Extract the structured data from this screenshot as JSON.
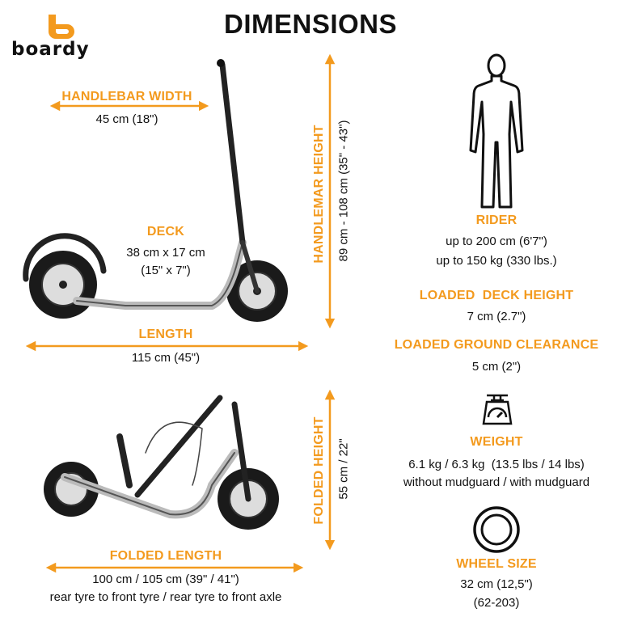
{
  "logo": {
    "text": "boardy"
  },
  "title": "DIMENSIONS",
  "colors": {
    "accent": "#f39a1e",
    "text": "#111111"
  },
  "handlebar_width": {
    "label": "HANDLEBAR WIDTH",
    "value": "45 cm (18\")"
  },
  "deck": {
    "label": "DECK",
    "value_metric": "38 cm x 17 cm",
    "value_imperial": "(15\" x 7\")"
  },
  "length": {
    "label": "LENGTH",
    "value": "115 cm (45\")"
  },
  "handlebar_height": {
    "label": "HANDLEMAR HEIGHT",
    "value": "89 cm - 108 cm (35\" - 43\")"
  },
  "rider": {
    "label": "RIDER",
    "height": "up to 200 cm (6'7\")",
    "weight": "up to 150 kg (330 lbs.)"
  },
  "deck_height": {
    "label": "LOADED  DECK HEIGHT",
    "value": "7 cm (2.7\")"
  },
  "ground_clearance": {
    "label": "LOADED GROUND CLEARANCE",
    "value": "5 cm (2\")"
  },
  "weight": {
    "label": "WEIGHT",
    "value": "6.1 kg / 6.3 kg  (13.5 lbs / 14 lbs)",
    "note": "without mudguard / with mudguard"
  },
  "wheel_size": {
    "label": "WHEEL SIZE",
    "value": "32 cm (12,5\")",
    "code": "(62-203)"
  },
  "folded_height": {
    "label": "FOLDED HEIGHT",
    "value": "55 cm / 22\""
  },
  "folded_length": {
    "label": "FOLDED LENGTH",
    "value": "100 cm / 105 cm (39\" / 41\")",
    "note": "rear tyre to front tyre / rear tyre to front axle"
  }
}
